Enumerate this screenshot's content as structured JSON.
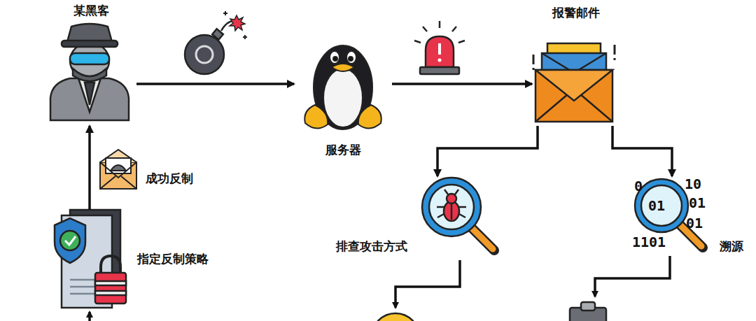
{
  "diagram": {
    "nodes": [
      {
        "text": [
          "某黑客"
        ]
      },
      {
        "text": [
          "服务器"
        ]
      },
      {
        "text": [
          "报警邮件"
        ]
      },
      {
        "text": [
          "排查攻击方式"
        ]
      },
      {
        "text": [
          "溯源"
        ]
      },
      {
        "text": [
          "指定反制策略"
        ]
      }
    ],
    "edges": [
      {
        "from": 0,
        "to": 1,
        "arrow": "to"
      },
      {
        "from": 1,
        "to": 2,
        "arrow": "to"
      },
      {
        "from": 2,
        "to": 3,
        "arrow": "to"
      },
      {
        "from": 2,
        "to": 4,
        "arrow": "to"
      },
      {
        "from": 5,
        "to": 0,
        "label": "成功反制",
        "arrow": "to"
      }
    ],
    "labels": [
      "0",
      "10",
      "01",
      "01",
      "01",
      "1101"
    ]
  }
}
